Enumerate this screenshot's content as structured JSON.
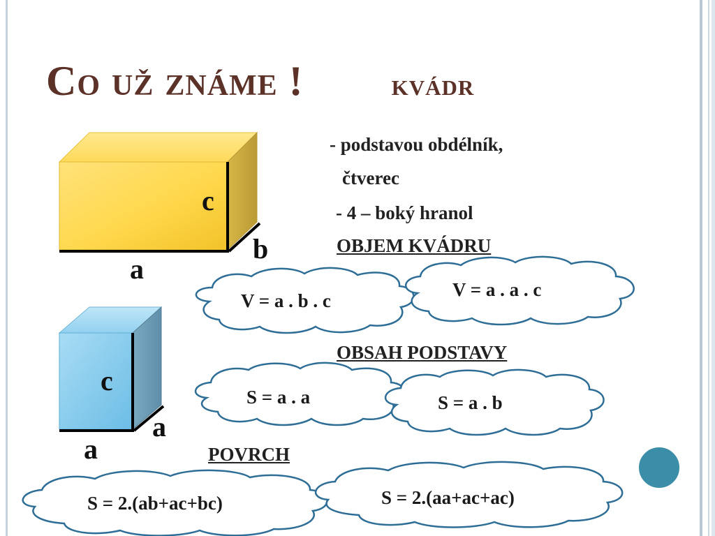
{
  "title": {
    "main": "Co už známe !",
    "sub": "kvádr"
  },
  "properties": {
    "line1": "- podstavou obdélník,",
    "line2": "čtverec",
    "line3": "- 4 – boký hranol"
  },
  "sections": {
    "volume": "OBJEM KVÁDRU",
    "base_area": "OBSAH PODSTAVY",
    "surface": "POVRCH"
  },
  "labels": {
    "box_c": "c",
    "box_b": "b",
    "box_a": "a",
    "cube_c": "c",
    "cube_a_side": "a",
    "cube_a_bottom": "a"
  },
  "formulas": {
    "volume_box": "V = a . b . c",
    "volume_cube": "V = a . a . c",
    "base_square": "S = a . a",
    "base_rect": "S = a . b",
    "surface_box": "S = 2.(ab+ac+bc)",
    "surface_cube": "S = 2.(aa+ac+ac)"
  },
  "colors": {
    "title": "#5b3128",
    "box_front": "#ffd54a",
    "cube_front": "#8fd0ee",
    "accent_circle": "#3c8ea8"
  }
}
